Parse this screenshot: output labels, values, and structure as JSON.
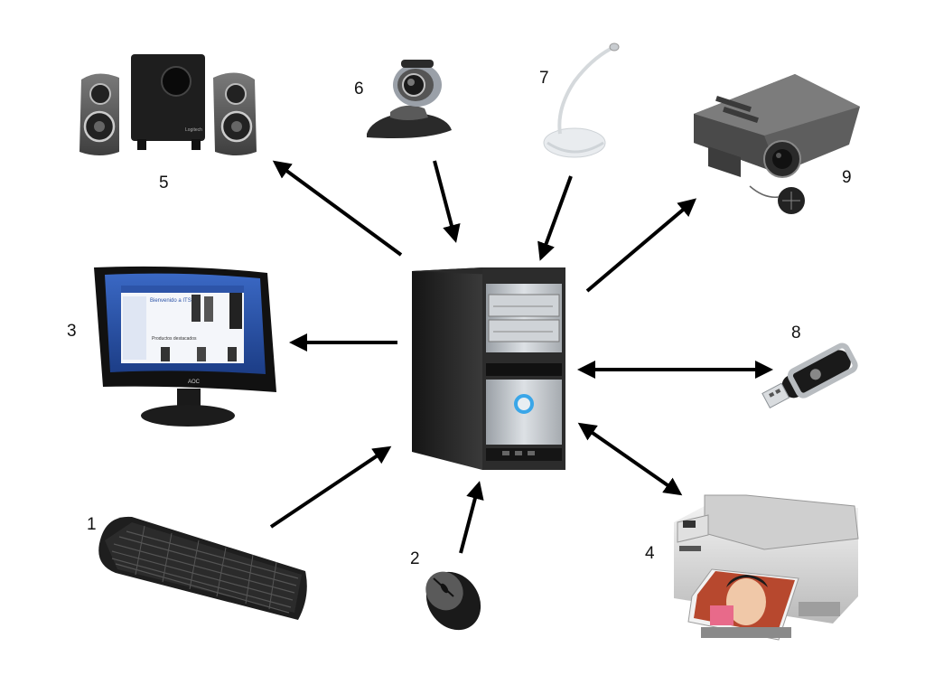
{
  "labels": {
    "keyboard": "1",
    "mouse": "2",
    "monitor": "3",
    "printer": "4",
    "speakers": "5",
    "webcam": "6",
    "microphone": "7",
    "usb_drive": "8",
    "projector": "9"
  },
  "brand_marks": {
    "monitor": "AOC",
    "speakers": "Logitech"
  },
  "monitor_screen": {
    "headline": "Bienvenido a ITS",
    "section": "Productos destacados"
  },
  "colors": {
    "arrow": "#000000",
    "background": "#ffffff",
    "screen_blue": "#2d54a8",
    "power_led": "#3aa6e8"
  }
}
